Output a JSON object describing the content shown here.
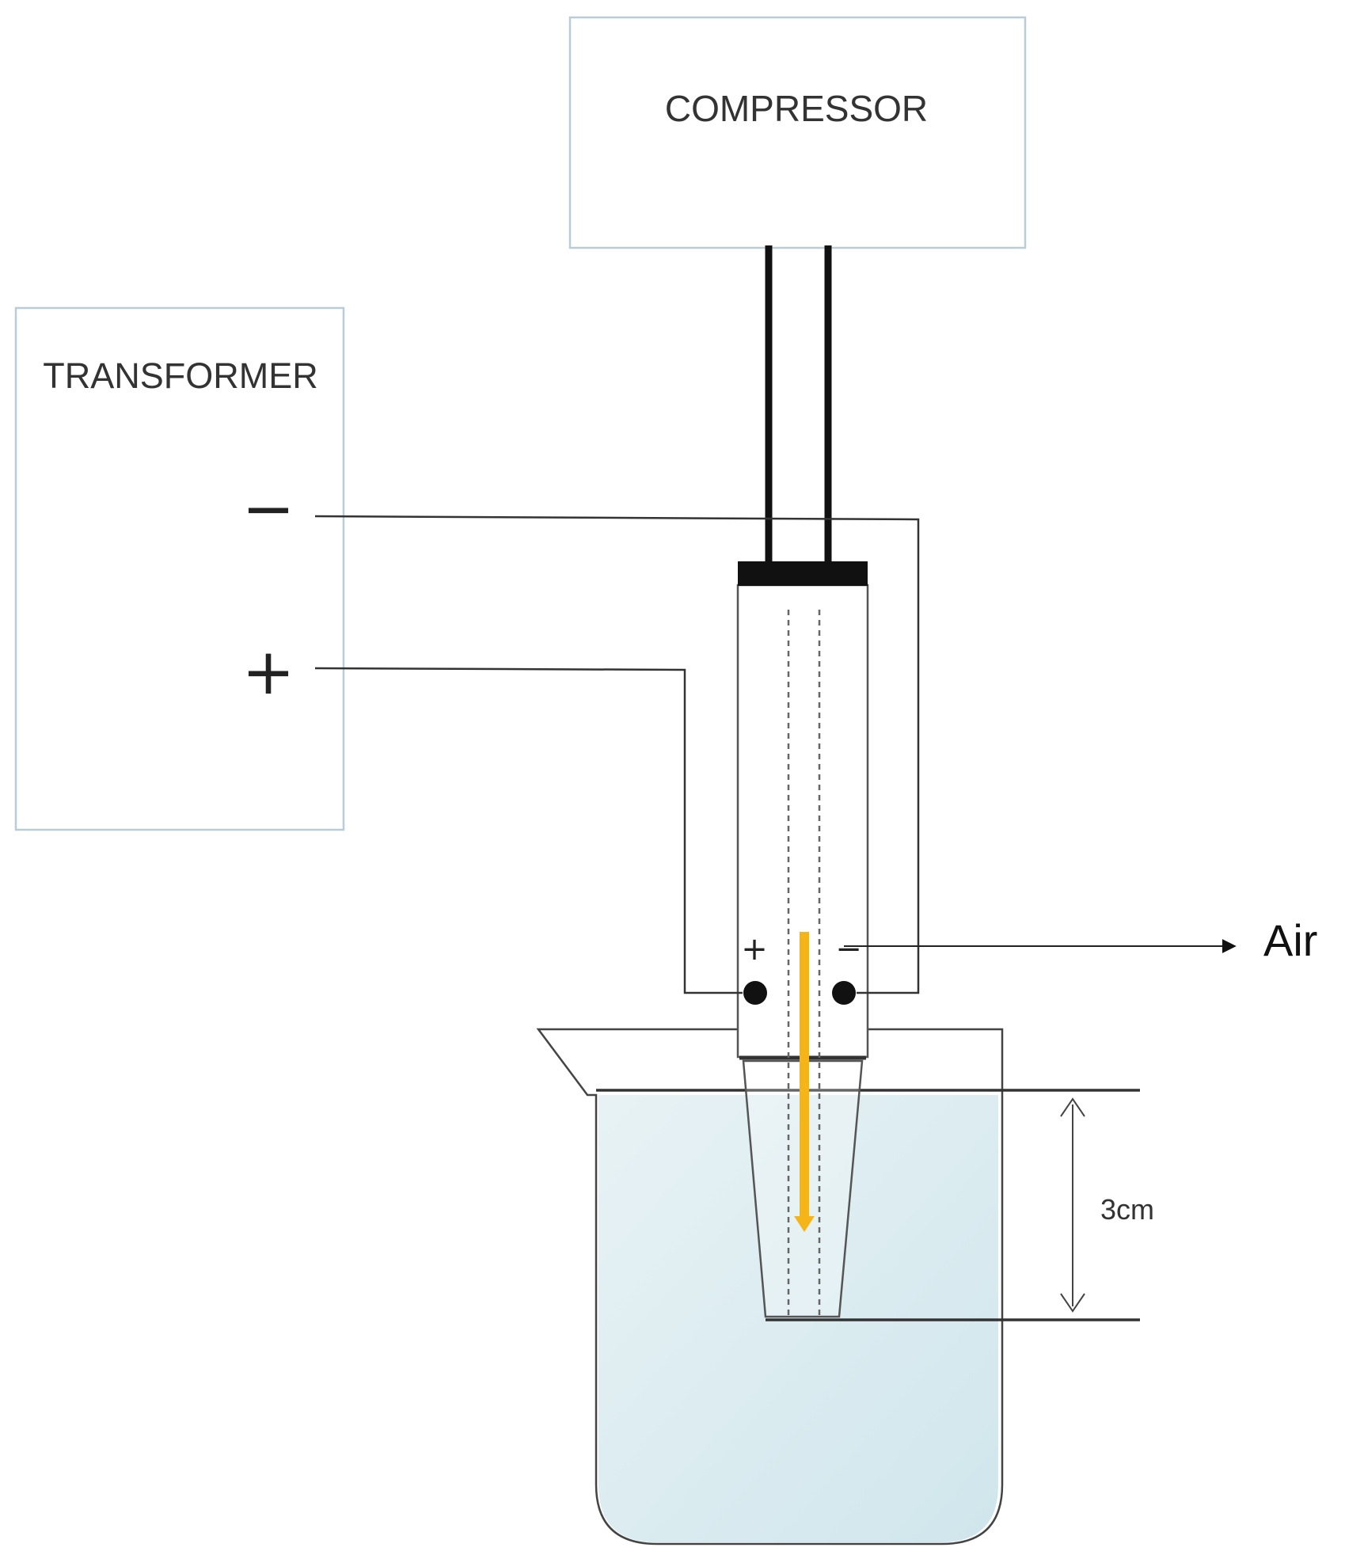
{
  "labels": {
    "compressor": "COMPRESSOR",
    "transformer": "TRANSFORMER",
    "transformer_negative": "−",
    "transformer_positive": "+",
    "torch_positive": "+",
    "torch_negative": "−",
    "air": "Air",
    "distance": "3cm"
  },
  "colors": {
    "box_border": "#b9cdd6",
    "line": "#333333",
    "tube": "#111111",
    "water_top": "#e8f2f5",
    "water_bottom": "#d0e6ec",
    "plasma_jet": "#f5b417"
  }
}
